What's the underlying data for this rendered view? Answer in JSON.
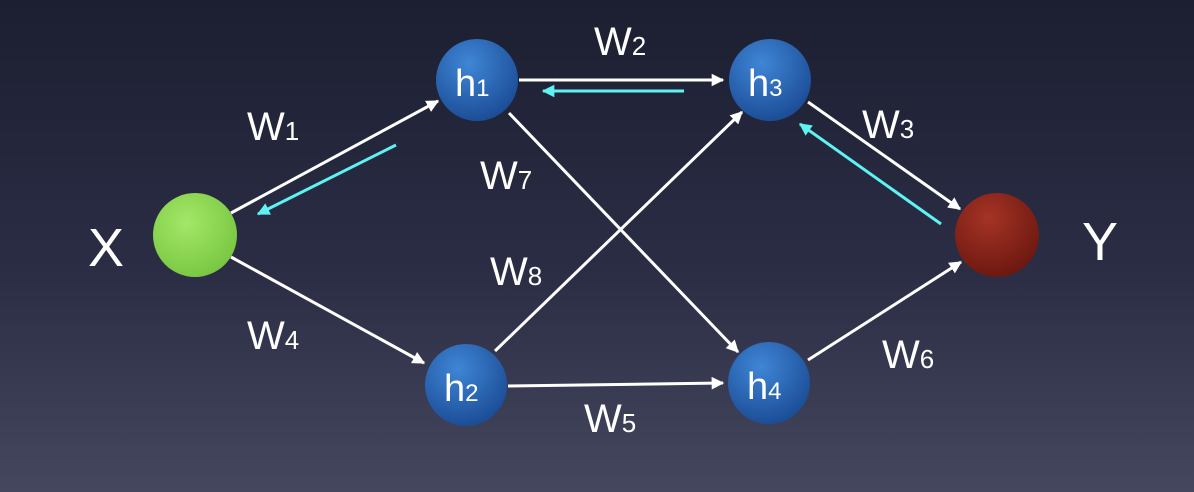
{
  "diagram": {
    "colors": {
      "background_top": "#1c1f31",
      "background_bottom": "#45475f",
      "edge": "#ffffff",
      "backprop_arrow": "#5ef2f2",
      "input_node": "#8fd652",
      "hidden_node": "#2a64b4",
      "output_node": "#8a2418"
    },
    "input_label": "X",
    "output_label": "Y",
    "hidden": [
      {
        "base": "h",
        "sub": "1"
      },
      {
        "base": "h",
        "sub": "2"
      },
      {
        "base": "h",
        "sub": "3"
      },
      {
        "base": "h",
        "sub": "4"
      }
    ],
    "weights": [
      {
        "base": "W",
        "sub": "1"
      },
      {
        "base": "W",
        "sub": "2"
      },
      {
        "base": "W",
        "sub": "3"
      },
      {
        "base": "W",
        "sub": "4"
      },
      {
        "base": "W",
        "sub": "5"
      },
      {
        "base": "W",
        "sub": "6"
      },
      {
        "base": "W",
        "sub": "7"
      },
      {
        "base": "W",
        "sub": "8"
      }
    ]
  }
}
